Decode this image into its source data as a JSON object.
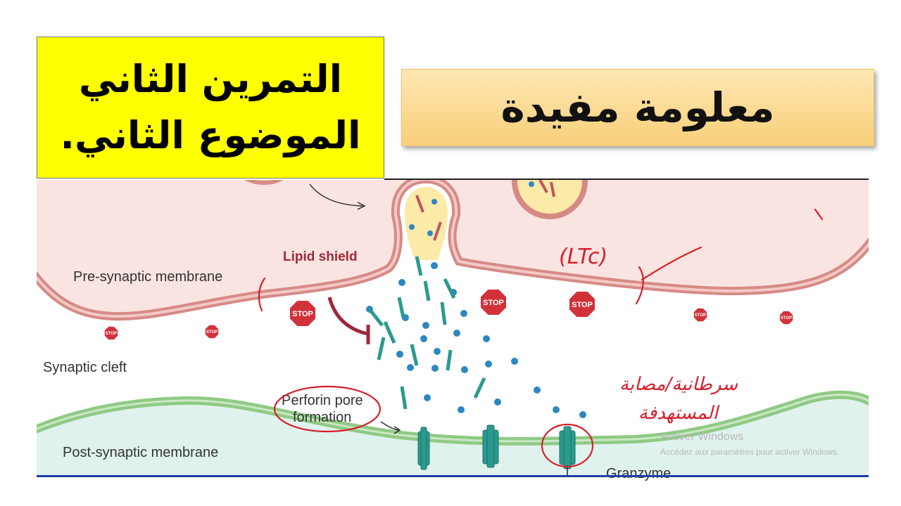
{
  "title_box": {
    "line1": "التمرين الثاني",
    "line2": "الموضوع الثاني."
  },
  "banner": {
    "text": "معلومة مفيدة"
  },
  "diagram": {
    "labels": {
      "pre_membrane": "Pre-synaptic membrane",
      "lipid_shield": "Lipid shield",
      "synaptic_cleft": "Synaptic cleft",
      "perforin_line1": "Perforin pore",
      "perforin_line2": "formation",
      "post_membrane": "Post-synaptic membrane",
      "granzyme": "Granzyme"
    },
    "stop_sign_text": "STOP",
    "colors": {
      "pre_fill": "#f9e4e1",
      "pre_membrane": "#d68a86",
      "post_fill": "#e0f2ee",
      "post_membrane": "#8fca84",
      "vesicle_fill": "#fbeaa8",
      "granule": "#2d87c0",
      "perforin": "#2b9a8e",
      "stop": "#d1323a",
      "annotation_ink": "#d61f2b"
    }
  },
  "annotations": {
    "ltc": "(LTc)",
    "arabic_line1": "سرطانية/مصابة",
    "arabic_line2": "المستهدفة"
  },
  "watermark": {
    "line1": "Activer Windows",
    "line2": "Accédez aux paramètres pour activer Windows."
  }
}
